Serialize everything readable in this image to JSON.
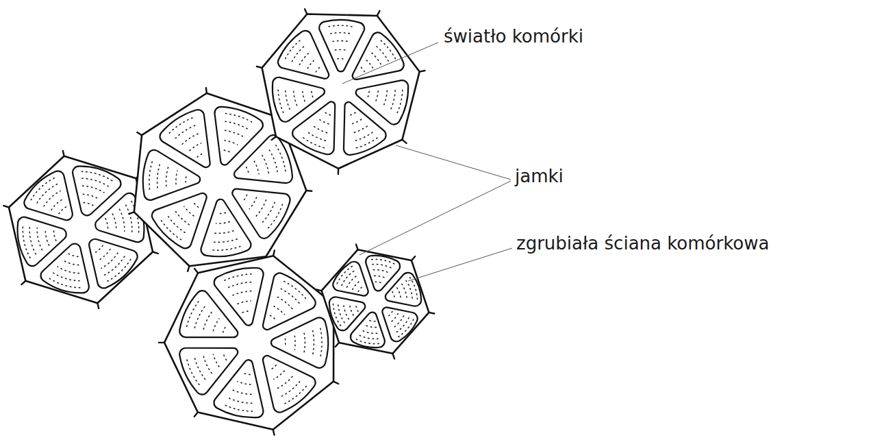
{
  "diagram": {
    "labels": [
      "światło komórki",
      "jamki",
      "zgrubiała ściana komórkowa"
    ]
  }
}
